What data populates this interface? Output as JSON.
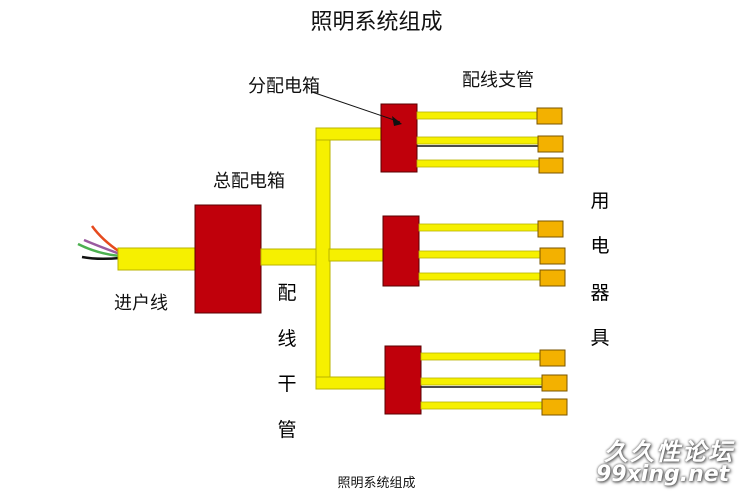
{
  "diagram": {
    "title": "照明系统组成",
    "caption": "照明系统组成",
    "labels": {
      "main_box": "总配电箱",
      "sub_box": "分配电箱",
      "branch_pipe": "配线支管",
      "incoming_line": "进户线",
      "trunk_pipe_chars": [
        "配",
        "线",
        "干",
        "管"
      ],
      "appliance_chars": [
        "用",
        "电",
        "器",
        "具"
      ]
    },
    "watermark": {
      "line1": "久久性论坛",
      "line2": "99xing.net"
    },
    "colors": {
      "box": "#c0000b",
      "pipe": "#f6f000",
      "pipe_edge": "#b9b300",
      "appliance": "#f3b100",
      "appliance_edge": "#7a5500",
      "wire_red": "#e64a1e",
      "wire_purple": "#9a5aa0",
      "wire_green": "#4cb050",
      "wire_black": "#111111"
    }
  }
}
